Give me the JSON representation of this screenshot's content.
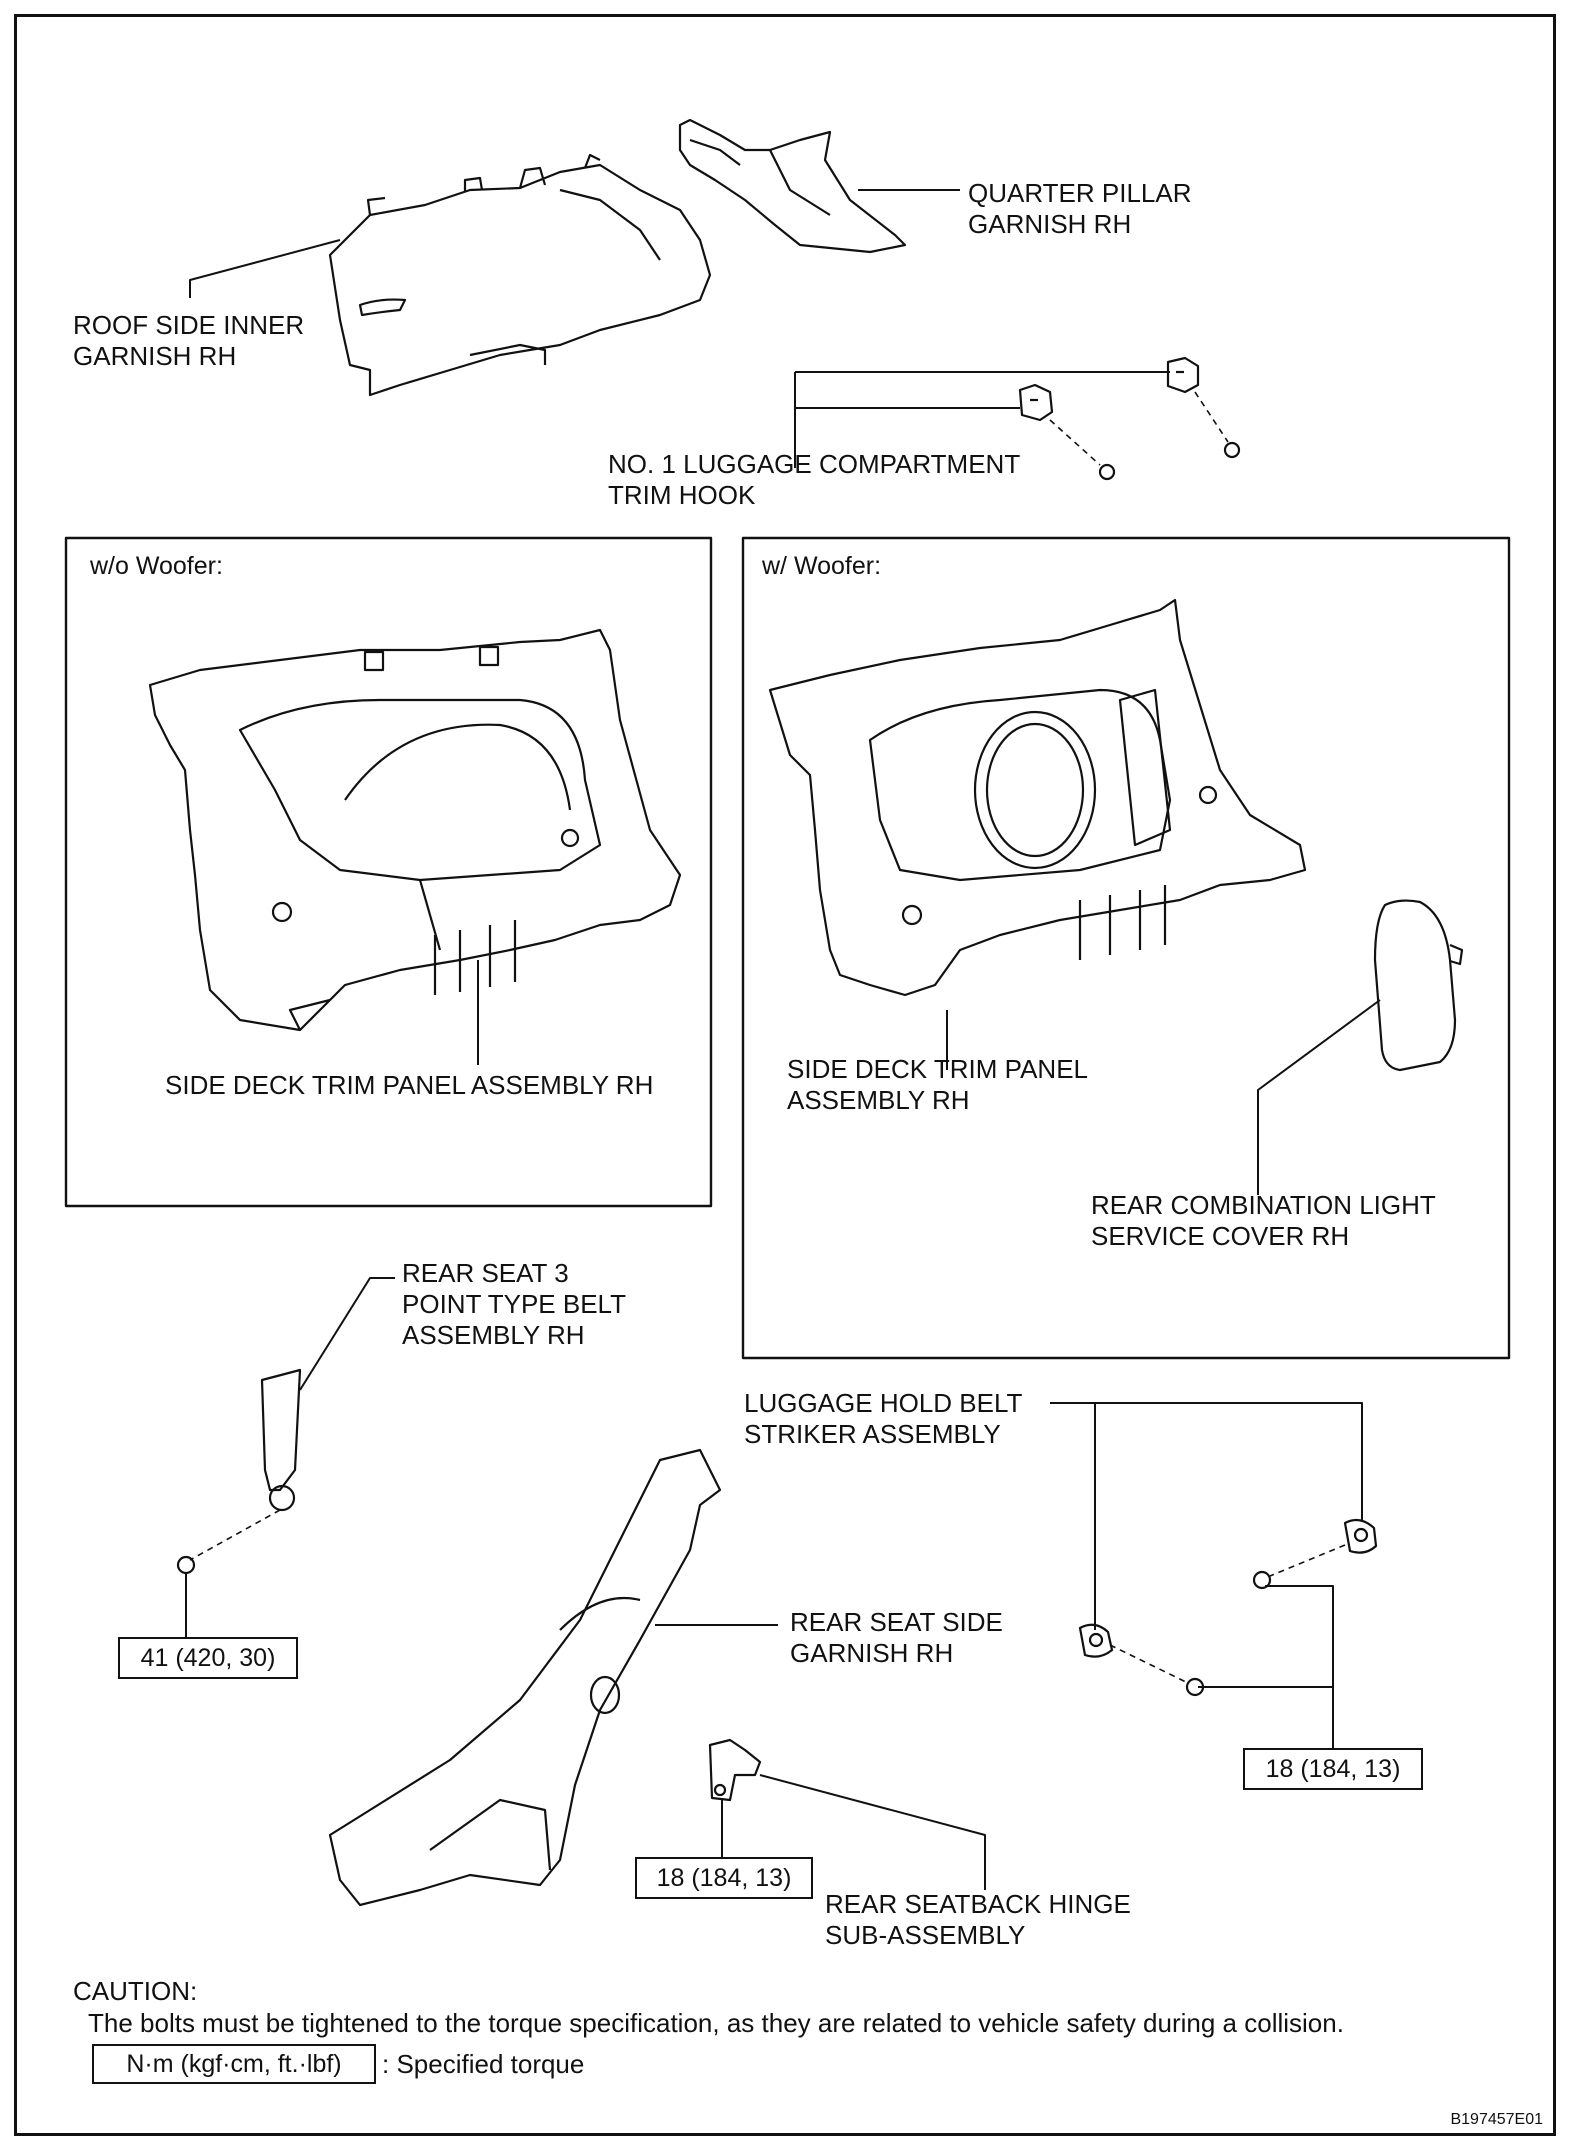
{
  "labels": {
    "quarter_pillar": "QUARTER PILLAR\nGARNISH RH",
    "roof_side": "ROOF SIDE INNER\nGARNISH RH",
    "trim_hook": "NO. 1 LUGGAGE COMPARTMENT\nTRIM HOOK",
    "wo_woofer_title": "w/o Woofer:",
    "w_woofer_title": "w/ Woofer:",
    "side_deck_wo": "SIDE DECK TRIM PANEL ASSEMBLY RH",
    "side_deck_w": "SIDE DECK TRIM PANEL\nASSEMBLY RH",
    "service_cover": "REAR COMBINATION LIGHT\nSERVICE COVER RH",
    "seat_belt": "REAR SEAT 3\nPOINT TYPE BELT\nASSEMBLY RH",
    "hold_belt": "LUGGAGE HOLD BELT\nSTRIKER ASSEMBLY",
    "seat_side": "REAR SEAT SIDE\nGARNISH RH",
    "hinge": "REAR SEATBACK HINGE\nSUB-ASSEMBLY"
  },
  "torques": {
    "belt": "41 (420, 30)",
    "striker": "18 (184, 13)",
    "hinge": "18 (184, 13)"
  },
  "caution": {
    "heading": "CAUTION:",
    "text": "The bolts must be tightened to the torque specification, as they are related to vehicle safety during a collision."
  },
  "legend": {
    "unit": "N·m (kgf·cm, ft.·lbf)",
    "meaning": ": Specified torque"
  },
  "figure_code": "B197457E01"
}
